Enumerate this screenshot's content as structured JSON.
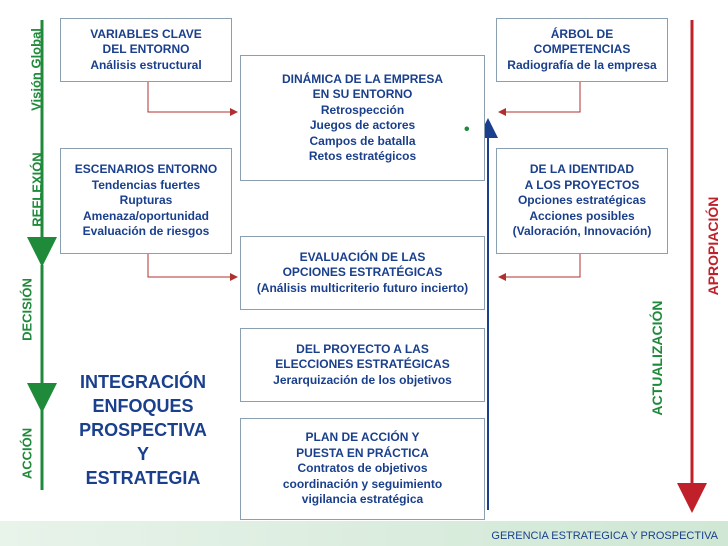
{
  "side_labels": {
    "reflexion": "REFLEXIÓN",
    "vision_global": "Visión Global",
    "decision": "DECISIÓN",
    "accion": "ACCIÓN",
    "actualizacion": "ACTUALIZACIÓN",
    "apropiacion": "APROPIACIÓN"
  },
  "boxes": {
    "variables": [
      "VARIABLES CLAVE",
      "DEL ENTORNO",
      "Análisis estructural"
    ],
    "dinamica": [
      "DINÁMICA DE LA EMPRESA",
      "EN SU ENTORNO",
      "Retrospección",
      "Juegos de actores",
      "Campos de batalla",
      "Retos estratégicos"
    ],
    "arbol": [
      "ÁRBOL DE",
      "COMPETENCIAS",
      "Radiografía de la empresa"
    ],
    "escenarios": [
      "ESCENARIOS ENTORNO",
      "Tendencias fuertes",
      "Rupturas",
      "Amenaza/oportunidad",
      "Evaluación de riesgos"
    ],
    "identidad": [
      "DE LA IDENTIDAD",
      "A LOS PROYECTOS",
      "Opciones estratégicas",
      "Acciones posibles",
      "(Valoración, Innovación)"
    ],
    "evaluacion": [
      "EVALUACIÓN DE LAS",
      "OPCIONES ESTRATÉGICAS",
      "(Análisis multicriterio futuro incierto)"
    ],
    "proyecto": [
      "DEL PROYECTO A LAS",
      "ELECCIONES ESTRATÉGICAS",
      "Jerarquización de los objetivos"
    ],
    "plan": [
      "PLAN DE ACCIÓN Y",
      "PUESTA EN PRÁCTICA",
      "Contratos de objetivos",
      "coordinación y seguimiento",
      "vigilancia estratégica"
    ]
  },
  "integration": [
    "INTEGRACIÓN",
    "ENFOQUES",
    "PROSPECTIVA",
    "Y",
    "ESTRATEGIA"
  ],
  "footer": "GERENCIA ESTRATEGICA Y PROSPECTIVA",
  "dot": "•",
  "colors": {
    "green": "#1f8a3a",
    "blue": "#1a3f8c",
    "red": "#c0202a",
    "connector": "#b03030"
  }
}
